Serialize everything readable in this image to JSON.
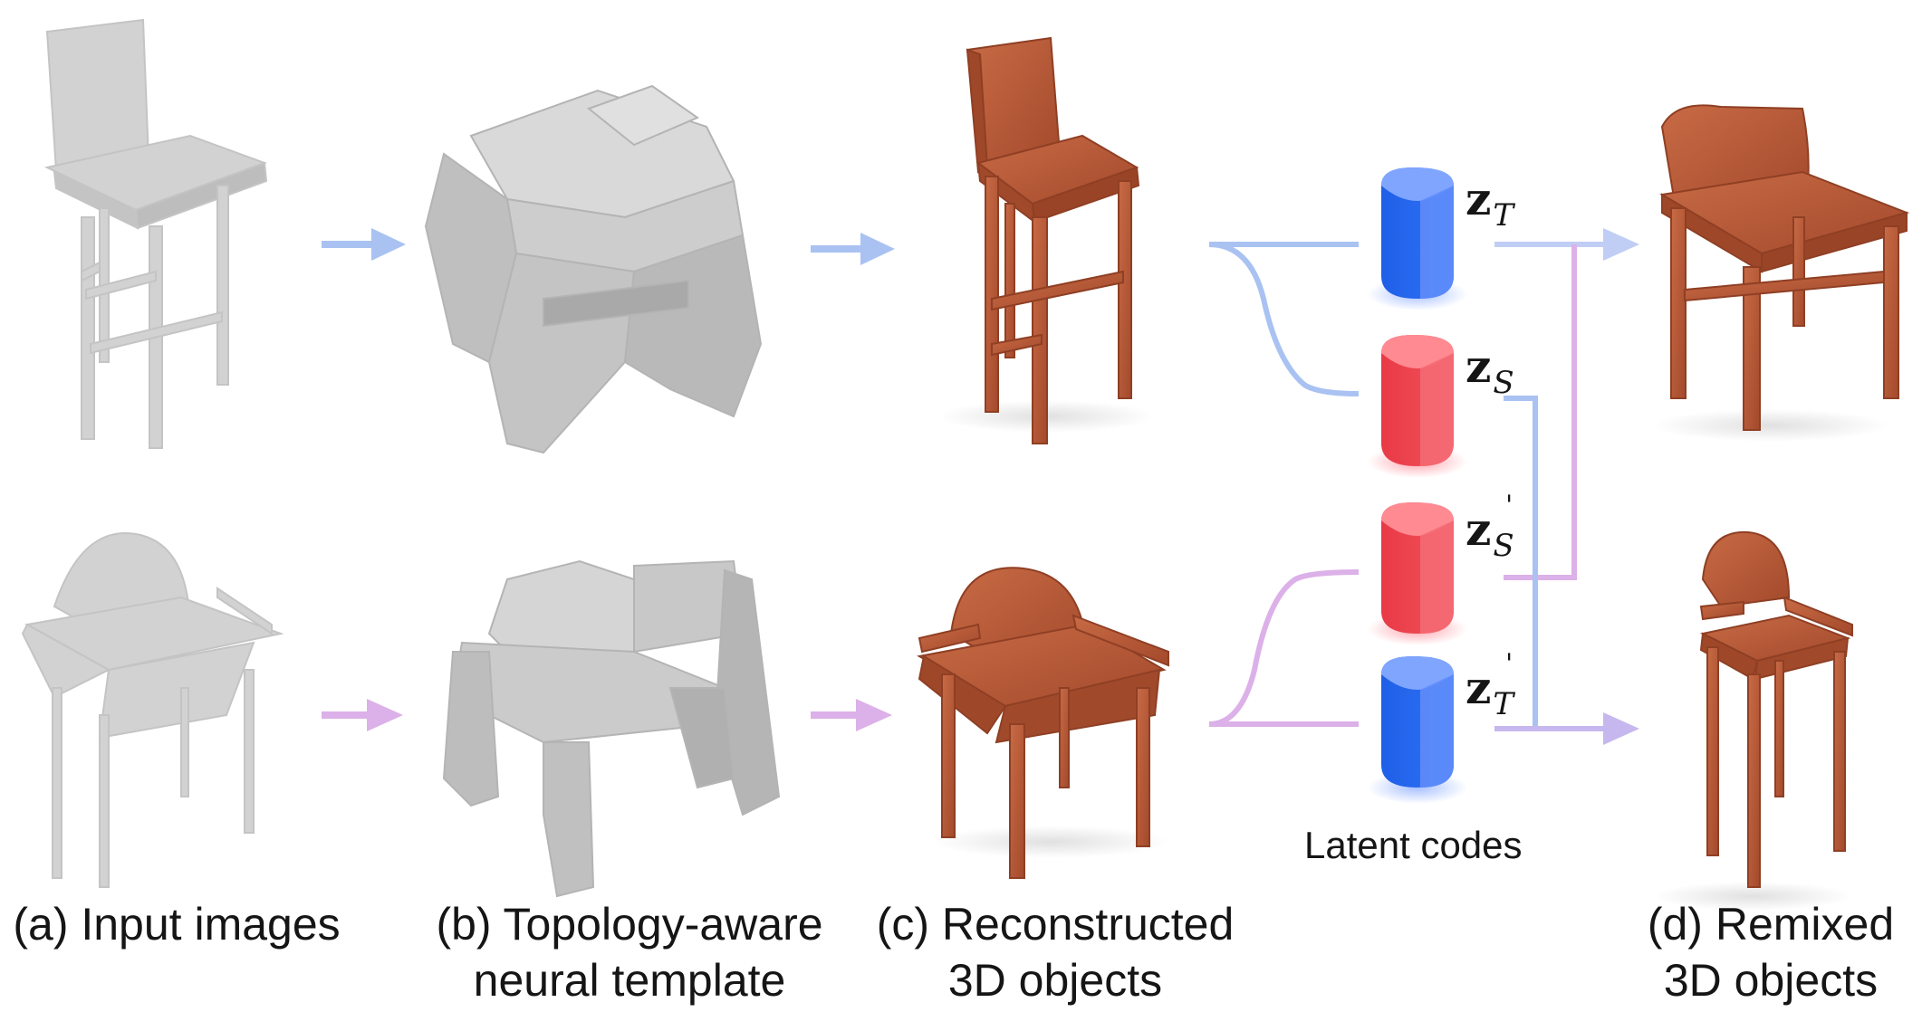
{
  "captions": {
    "a": [
      "(a) Input images"
    ],
    "b": [
      "(b) Topology-aware",
      "neural template"
    ],
    "c": [
      "(c) Reconstructed",
      "3D objects"
    ],
    "d": [
      "(d) Remixed",
      "3D objects"
    ]
  },
  "latent_label": "Latent codes",
  "codes": [
    {
      "letter": "z",
      "sub": "T",
      "prime": ""
    },
    {
      "letter": "z",
      "sub": "S",
      "prime": ""
    },
    {
      "letter": "z",
      "sub": "S",
      "prime": "'"
    },
    {
      "letter": "z",
      "sub": "T",
      "prime": "'"
    }
  ],
  "colors": {
    "blue_flow": "#a9c2f2",
    "pink_flow": "#dcb0e8",
    "blue_code": "#2f6cf0",
    "red_code": "#f04a54",
    "wood": "#b85a38",
    "gray_mesh": "#c9c9c9"
  }
}
